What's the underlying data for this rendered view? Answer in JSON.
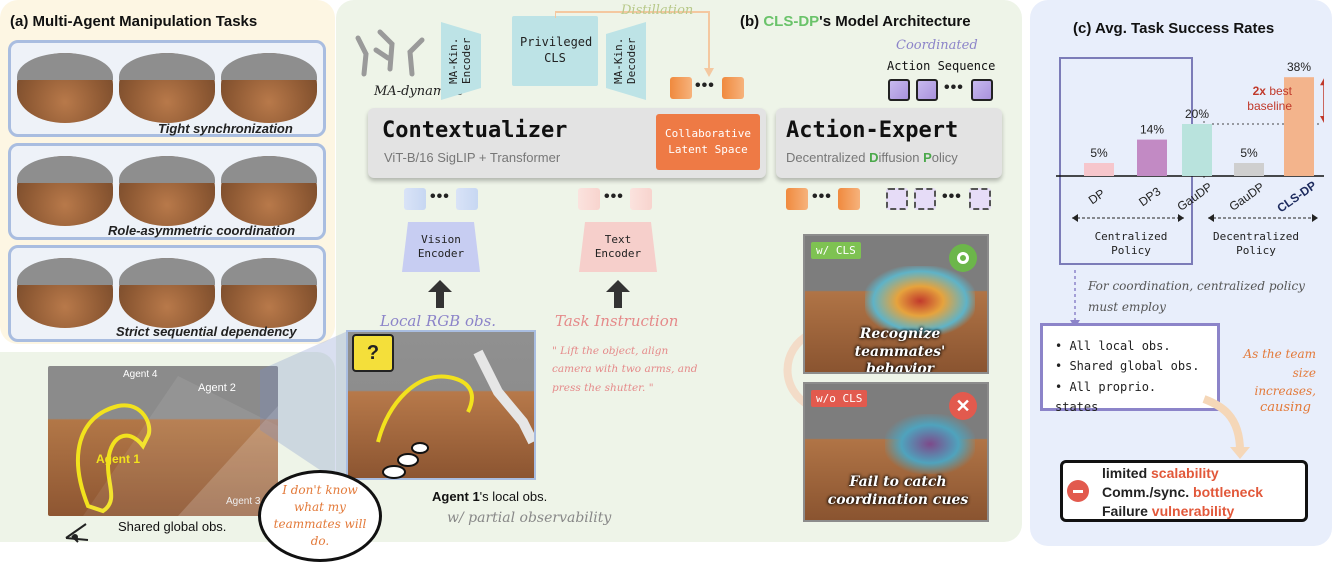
{
  "panel_a": {
    "title": "(a) Multi-Agent Manipulation Tasks",
    "captions": [
      "Tight synchronization",
      "Role-asymmetric coordination",
      "Strict sequential dependency"
    ],
    "scene": {
      "agent_labels": [
        "Agent 4",
        "Agent 2",
        "Agent 1",
        "Agent 3"
      ],
      "shared_obs": "Shared global obs."
    }
  },
  "panel_b": {
    "title_prefix": "(b) ",
    "title_accent": "CLS-DP",
    "title_suffix": "'s Model Architecture",
    "ma_dynamics": "MA-dynamics",
    "ma_encoder": "MA-Kin. Encoder",
    "privileged": "Privileged CLS",
    "ma_decoder": "MA-Kin. Decoder",
    "distillation": "Distillation",
    "coordinated": "Coordinated",
    "action_sequence": "Action Sequence",
    "contextualizer": "Contextualizer",
    "contextualizer_sub": "ViT-B/16 SigLIP + Transformer",
    "cls_space": [
      "Collaborative",
      "Latent Space"
    ],
    "action_expert": "Action-Expert",
    "action_expert_sub_1": "Decentralized ",
    "action_expert_sub_d": "D",
    "action_expert_sub_2": "iffusion ",
    "action_expert_sub_p": "P",
    "action_expert_sub_3": "olicy",
    "vision_encoder": "Vision Encoder",
    "text_encoder": "Text Encoder",
    "local_rgb": "Local RGB obs.",
    "task_instruction": "Task Instruction",
    "instruction_text": "\" Lift the object, align camera with two arms, and press the shutter. \"",
    "question_mark": "?",
    "agent1_local_bold": "Agent 1",
    "agent1_local_rest": "'s local obs.",
    "partial_obs": "w/ partial observability",
    "thought": "I don't know what my teammates will do.",
    "with_cls_tag": "w/ CLS",
    "with_cls_caption": "Recognize teammates' behavior",
    "without_cls_tag": "w/o CLS",
    "without_cls_caption": "Fail to catch coordination cues"
  },
  "panel_c": {
    "title": "(c) Avg. Task Success Rates",
    "best_note_bold": "2x",
    "best_note_rest": " best baseline",
    "centralized": "Centralized Policy",
    "decentralized": "Decentralized Policy",
    "coordination_note": "For coordination, centralized policy must employ",
    "requirements": [
      "All local obs.",
      "Shared global obs.",
      "All proprio. states"
    ],
    "team_note": "As the team size increases,",
    "causing": "causing",
    "drawbacks": [
      {
        "prefix": "limited ",
        "accent": "scalability"
      },
      {
        "prefix": "Comm./sync. ",
        "accent": "bottleneck"
      },
      {
        "prefix": "Failure ",
        "accent": "vulnerability"
      }
    ]
  },
  "chart_data": {
    "type": "bar",
    "title": "(c) Avg. Task Success Rates",
    "categories": [
      "DP",
      "DP3",
      "GauDP",
      "GauDP",
      "CLS-DP"
    ],
    "groups": [
      "Centralized Policy",
      "Centralized Policy",
      "Centralized Policy",
      "Decentralized Policy",
      "Decentralized Policy"
    ],
    "values": [
      5,
      14,
      20,
      5,
      38
    ],
    "value_labels": [
      "5%",
      "14%",
      "20%",
      "5%",
      "38%"
    ],
    "colors": [
      "#f6c6cc",
      "#c28ac4",
      "#b9e3dd",
      "#cfcfcf",
      "#f3b48c"
    ],
    "ylim": [
      0,
      40
    ]
  },
  "colors": {
    "panel_a_bg": "#fdf6e3",
    "panel_b_bg": "#eef4e8",
    "panel_c_bg": "#e8eefb",
    "accent_green": "#6ac36a",
    "accent_orange": "#f08a3e",
    "accent_red": "#e0443a",
    "purple": "#8c84c9",
    "pink": "#e58a8a"
  }
}
